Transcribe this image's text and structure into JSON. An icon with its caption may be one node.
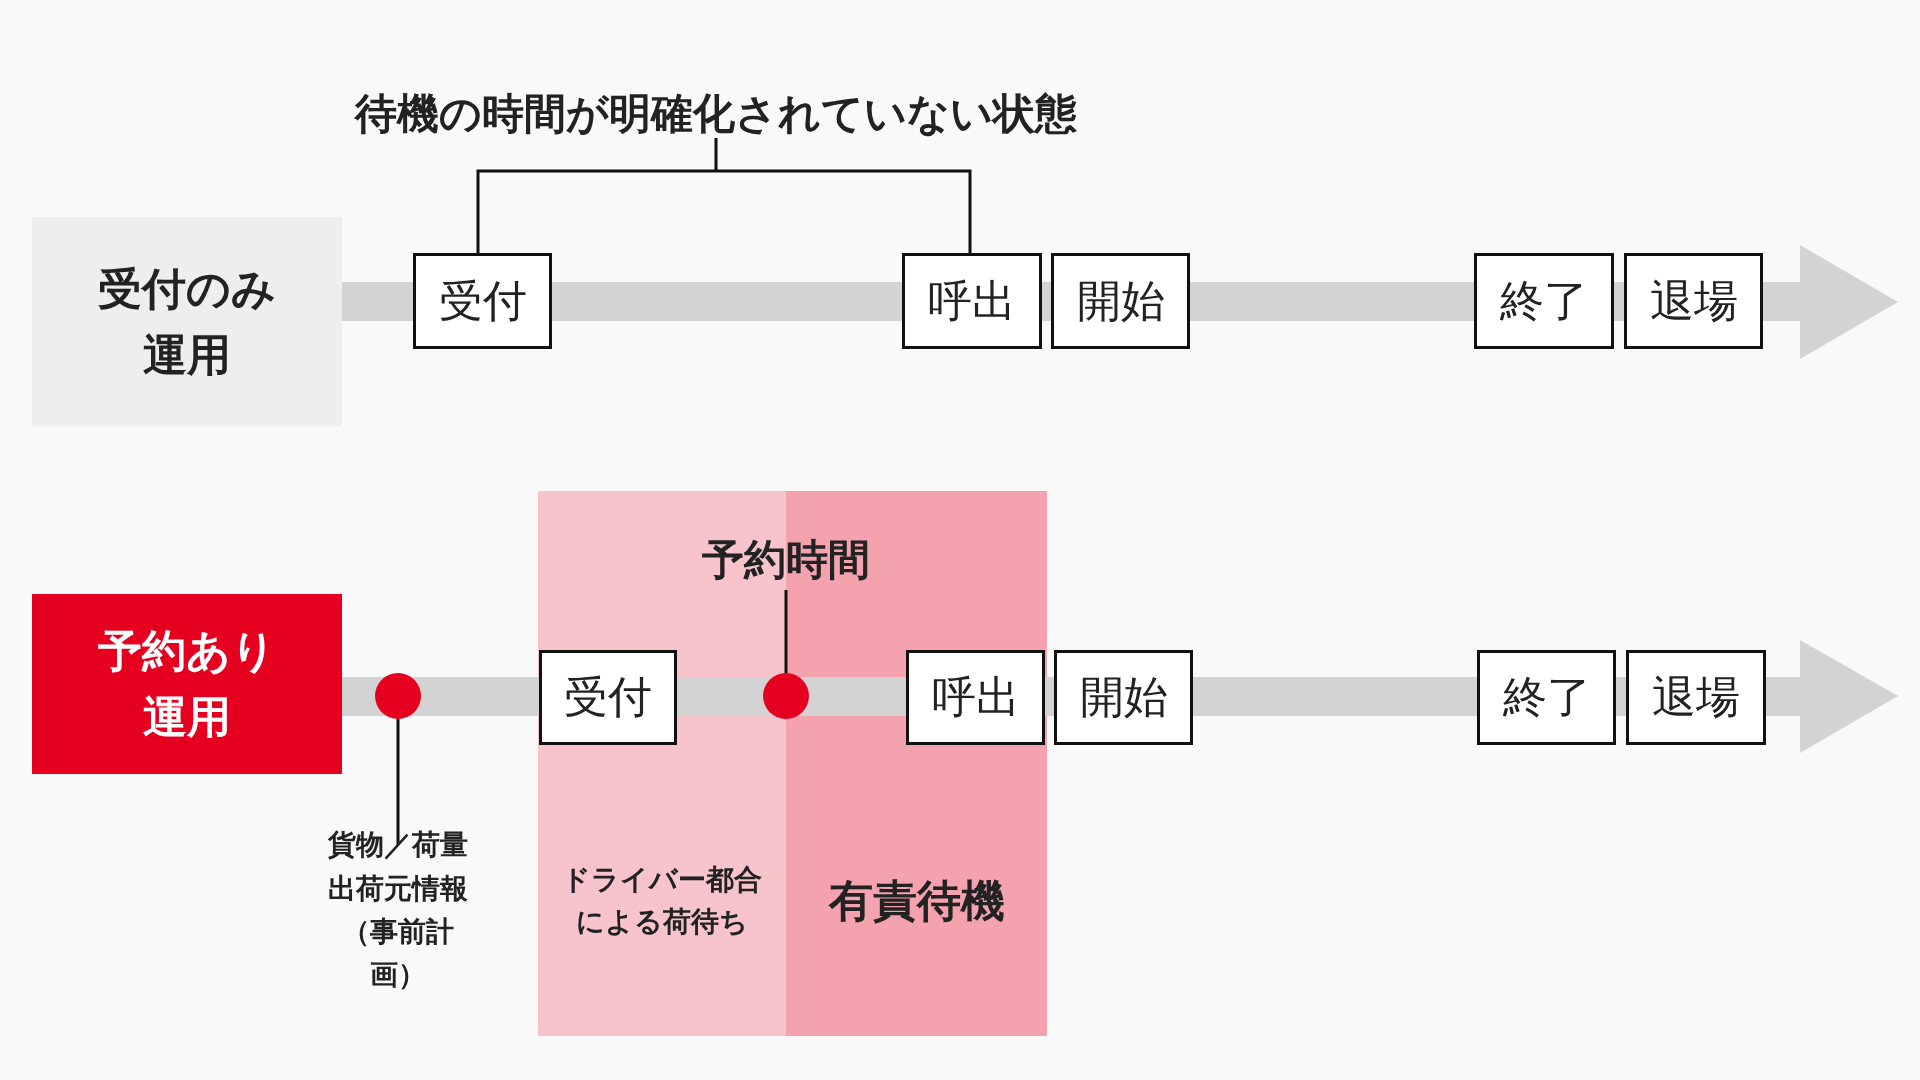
{
  "diagram": {
    "nodes": [
      {
        "text": [
          "受付のみ運用"
        ]
      },
      {
        "text": [
          "受付"
        ]
      },
      {
        "text": [
          "呼出"
        ]
      },
      {
        "text": [
          "開始"
        ]
      },
      {
        "text": [
          "終了"
        ]
      },
      {
        "text": [
          "退場"
        ]
      },
      {
        "text": [
          "予約あり運用"
        ]
      },
      {
        "text": [
          "ドライバー都合による荷待ち"
        ]
      },
      {
        "text": [
          "有責待機"
        ]
      },
      {
        "text": [
          "受付"
        ],
        "in": 7
      },
      {
        "text": [
          "呼出"
        ],
        "in": 8
      },
      {
        "text": [
          "開始"
        ]
      },
      {
        "text": [
          "終了"
        ]
      },
      {
        "text": [
          "退場"
        ]
      },
      {
        "text": [],
        "shape": "circle"
      },
      {
        "text": [],
        "shape": "circle"
      },
      {
        "text": [
          "貨物／荷量出荷元情報（事前計画）"
        ]
      },
      {
        "text": [
          "予約時間"
        ]
      }
    ],
    "edges": [
      {
        "from": 16,
        "to": 14,
        "arrow": "none"
      },
      {
        "from": 17,
        "to": 15,
        "arrow": "none"
      }
    ],
    "labels": [
      "待機の時間が明確化されていない状態"
    ]
  }
}
